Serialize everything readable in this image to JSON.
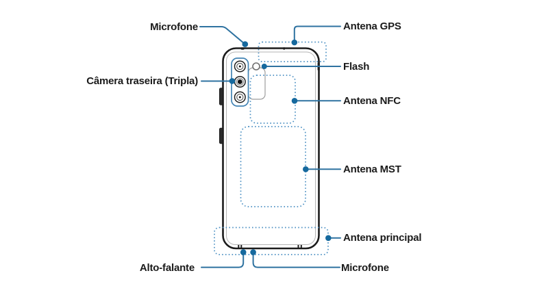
{
  "page": {
    "background": "#ffffff",
    "description": "smartphone-back-view-component-diagram"
  },
  "colors": {
    "text": "#1a1a1a",
    "callout_line": "#2e72a0",
    "callout_dot": "#16699e",
    "dashed_region": "#4a8fc2",
    "camera_outline": "#4384b4",
    "phone_outline": "#1b1b1b",
    "phone_inner_line": "#b3b3b3",
    "bump_line": "#9c9c9c"
  },
  "diagram": {
    "labels": {
      "microphone_top": "Microfone",
      "antenna_gps": "Antena GPS",
      "flash": "Flash",
      "rear_camera": "Câmera traseira (Tripla)",
      "antenna_nfc": "Antena NFC",
      "antenna_mst": "Antena MST",
      "antenna_main": "Antena principal",
      "speaker": "Alto-falante",
      "microphone_bottom": "Microfone"
    }
  }
}
